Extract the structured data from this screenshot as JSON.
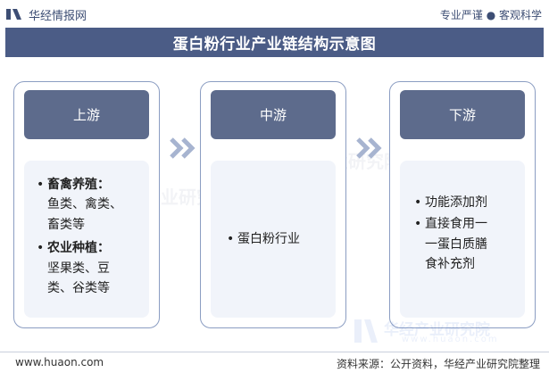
{
  "header": {
    "brand": "华经情报网",
    "slogan": "专业严谨 ● 客观科学"
  },
  "title": "蛋白粉行业产业链结构示意图",
  "stages": {
    "upstream": {
      "label": "上游",
      "groups": [
        {
          "name": "畜禽养殖：",
          "lines": [
            "鱼类、禽类、",
            "畜类等"
          ]
        },
        {
          "name": "农业种植：",
          "lines": [
            "坚果类、豆",
            "类、谷类等"
          ]
        }
      ]
    },
    "midstream": {
      "label": "中游",
      "item": "蛋白粉行业"
    },
    "downstream": {
      "label": "下游",
      "items": [
        {
          "line1": "功能添加剂",
          "rest": []
        },
        {
          "line1": "直接食用一",
          "rest": [
            "一蛋白质膳",
            "食补充剂"
          ]
        }
      ]
    }
  },
  "footer": {
    "url": "www.huaon.com",
    "source": "资料来源：公开资料，华经产业研究院整理"
  },
  "watermark": {
    "text": "华经产业研究院",
    "url": "www.huaon.com"
  }
}
